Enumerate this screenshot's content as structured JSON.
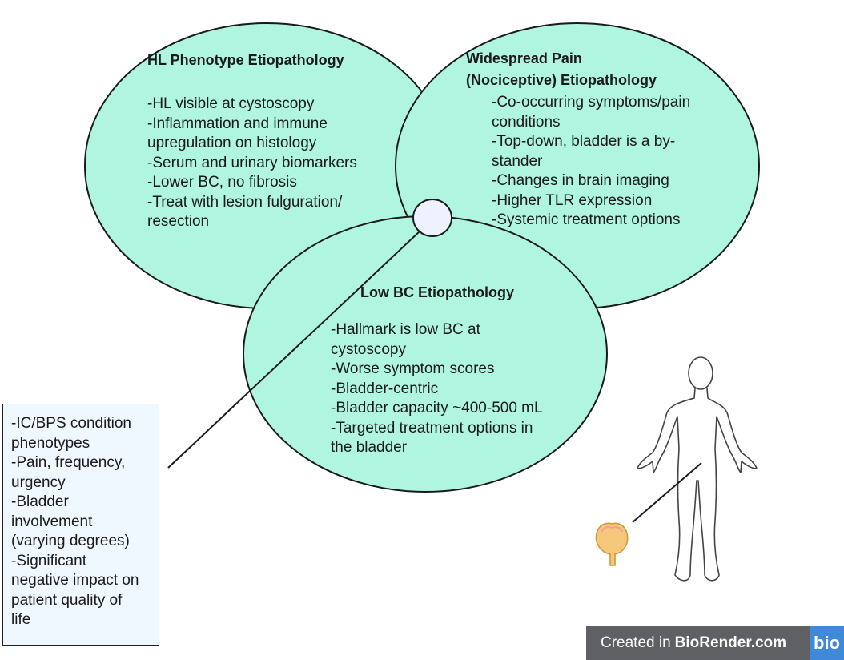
{
  "hl": {
    "title": "HL Phenotype Etiopathology",
    "lines": [
      "-HL visible at cystoscopy",
      "-Inflammation and immune",
      "upregulation on histology",
      "-Serum and urinary biomarkers",
      "-Lower BC, no fibrosis",
      "-Treat with lesion fulguration/",
      "resection"
    ]
  },
  "widespread": {
    "title_lines": [
      "Widespread Pain",
      "(Nociceptive) Etiopathology"
    ],
    "lines": [
      "-Co-occurring symptoms/pain",
      "conditions",
      "-Top-down, bladder is a by-",
      "stander",
      "-Changes in brain imaging",
      "-Higher TLR expression",
      "-Systemic treatment options"
    ]
  },
  "lowbc": {
    "title": "Low BC Etiopathology",
    "lines": [
      "-Hallmark is low BC at",
      "cystoscopy",
      "-Worse symptom scores",
      "-Bladder-centric",
      "-Bladder capacity ~400-500 mL",
      "-Targeted treatment options in",
      "the bladder"
    ]
  },
  "callout": {
    "lines": [
      "-IC/BPS condition",
      "phenotypes",
      "-Pain, frequency,",
      "urgency",
      "-Bladder",
      "involvement",
      "(varying degrees)",
      "-Significant",
      "negative impact on",
      "patient quality of",
      "life"
    ]
  },
  "badge": {
    "prefix": "Created in",
    "brand": "BioRender.com",
    "logo": "bio"
  },
  "colors": {
    "circle_fill": "#aff5e0",
    "stroke": "#1a1a1a",
    "center_fill": "#eef1ff",
    "badge_bg": "#5f6063"
  },
  "icons": [
    "human-body-outline-icon",
    "bladder-icon"
  ]
}
